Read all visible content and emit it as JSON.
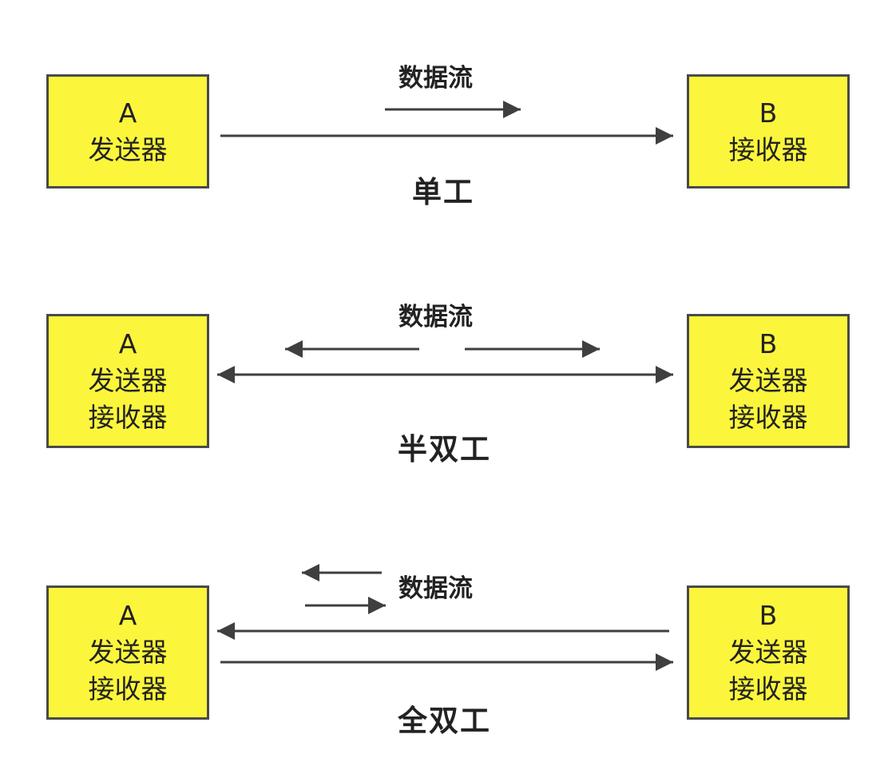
{
  "colors": {
    "node_fill": "#fbf63c",
    "node_border": "#4a4a4a",
    "arrow": "#3f3f3f",
    "text": "#222222"
  },
  "panels": {
    "simplex": {
      "mode": "单工",
      "flow": "数据流",
      "node_a": {
        "name": "A",
        "role1": "发送器"
      },
      "node_b": {
        "name": "B",
        "role1": "接收器"
      }
    },
    "half_duplex": {
      "mode": "半双工",
      "flow": "数据流",
      "node_a": {
        "name": "A",
        "role1": "发送器",
        "role2": "接收器"
      },
      "node_b": {
        "name": "B",
        "role1": "发送器",
        "role2": "接收器"
      }
    },
    "full_duplex": {
      "mode": "全双工",
      "flow": "数据流",
      "node_a": {
        "name": "A",
        "role1": "发送器",
        "role2": "接收器"
      },
      "node_b": {
        "name": "B",
        "role1": "发送器",
        "role2": "接收器"
      }
    }
  }
}
